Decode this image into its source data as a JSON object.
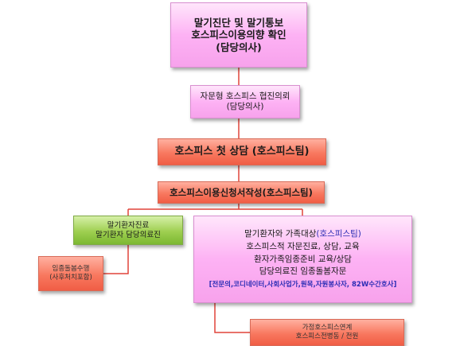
{
  "diagram": {
    "type": "flowchart",
    "colors": {
      "pink": "#fdb2f4",
      "salmon": "#f8785f",
      "green": "#9ecf50",
      "connector": "#e0443a",
      "highlight_text": "#2b2db5"
    },
    "nodes": {
      "n1": {
        "line1": "말기진단 및 말기통보",
        "line2": "호스피스이용의향 확인",
        "line3": "(담당의사)"
      },
      "n2": {
        "line1": "자문형 호스피스 협진의뢰",
        "line2": "(담당의사)"
      },
      "n3": {
        "line1": "호스피스 첫 상담 (호스피스팀)"
      },
      "n4": {
        "line1": "호스피스이용신청서작성(호스피스팀)"
      },
      "n5": {
        "line1": "말기환자진료",
        "line2": "말기환자 담당의료진"
      },
      "n6": {
        "line1": "임종돌봄수행",
        "line2": "(사후처치포함)"
      },
      "n7": {
        "line1_main": "말기환자와 가족대상",
        "line1_highlight": "(호스피스팀)",
        "line2": "호스피스적 자문진료, 상담, 교육",
        "line3": "환자가족임종준비 교육/상담",
        "line4": "담당의료진 임종돌봄자문",
        "footer": "[전문의,코디네이터,사회사업가,원목,자원봉사자, 82W수간호사]"
      },
      "n8": {
        "line1": "가정호스피스연계",
        "line2": "호스피스전병동 / 전원"
      }
    },
    "edges": [
      {
        "from": "n1",
        "to": "n2"
      },
      {
        "from": "n2",
        "to": "n3"
      },
      {
        "from": "n3",
        "to": "n4"
      },
      {
        "from": "n4",
        "to": "n5"
      },
      {
        "from": "n4",
        "to": "n7"
      },
      {
        "from": "n5",
        "to": "n6"
      },
      {
        "from": "n7",
        "to": "n8"
      }
    ]
  }
}
